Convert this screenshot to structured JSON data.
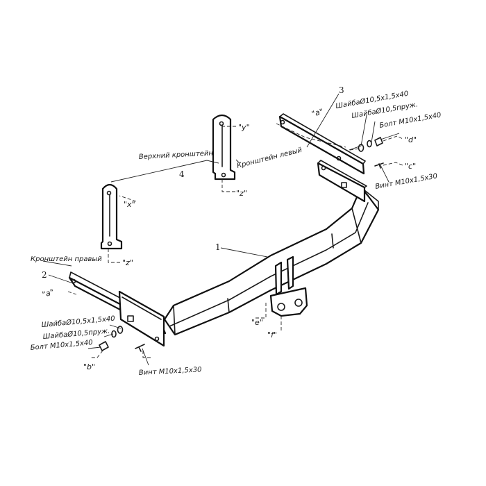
{
  "numbers": {
    "part_1": "1",
    "part_2": "2",
    "part_3": "3",
    "part_4": "4"
  },
  "labels": {
    "bracket_left": "Кронштейн левый",
    "bracket_right": "Кронштейн правый",
    "bracket_upper": "Верхний кронштейн",
    "washer_flat_top": "ШайбаØ10,5х1,5х40",
    "washer_spring_top": "ШайбаØ10,5пруж.",
    "bolt_top": "Болт М10х1,5х40",
    "screw_top": "Винт М10х1,5х30",
    "washer_flat_bottom": "ШайбаØ10,5х1,5х40",
    "washer_spring_bottom": "ШайбаØ10,5пруж.",
    "bolt_bottom": "Болт М10х1,5х40",
    "screw_bottom": "Винт М10х1,5х30"
  },
  "codes": {
    "a_top": "\"a\"",
    "a_bottom": "\"a\"",
    "b": "\"b\"",
    "c": "\"c\"",
    "d": "\"d\"",
    "e": "\"e\"",
    "f": "\"f\"",
    "x": "\"x\"",
    "y": "\"y\"",
    "z_left": "\"z\"",
    "z_right": "\"z\""
  }
}
